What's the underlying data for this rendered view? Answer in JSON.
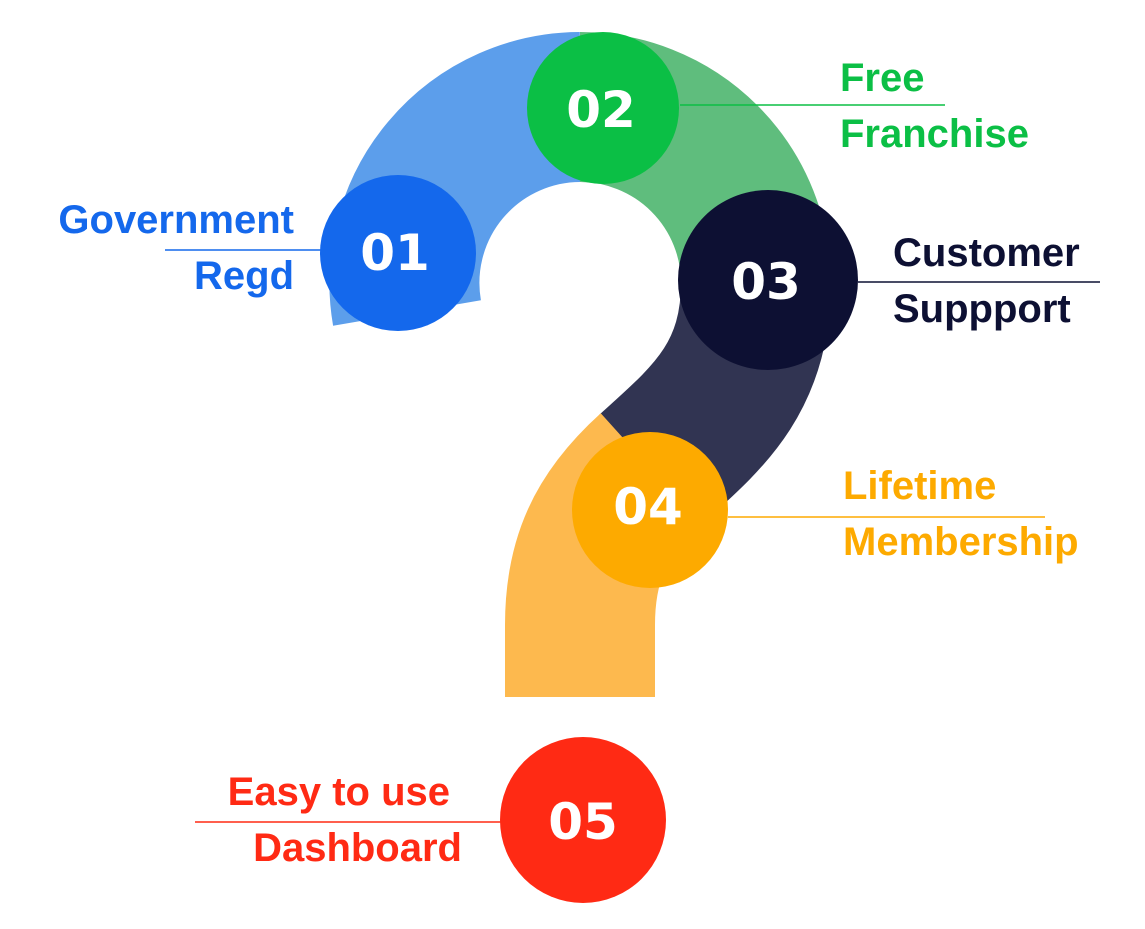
{
  "colors": {
    "band_blue": "#5C9EEB",
    "band_green": "#5FBD7D",
    "band_navy": "#313452",
    "band_orange": "#FDB94E",
    "blue": "#1468EC",
    "green": "#0BBF45",
    "navy": "#0D1033",
    "orange": "#FDAA00",
    "red": "#FF2A14"
  },
  "steps": [
    {
      "number": "01",
      "line1": "Government",
      "line2": "Regd"
    },
    {
      "number": "02",
      "line1": "Free",
      "line2": "Franchise"
    },
    {
      "number": "03",
      "line1": "Customer",
      "line2": "Suppport"
    },
    {
      "number": "04",
      "line1": "Lifetime",
      "line2": "Membership"
    },
    {
      "number": "05",
      "line1": "Easy to use",
      "line2": "Dashboard"
    }
  ]
}
